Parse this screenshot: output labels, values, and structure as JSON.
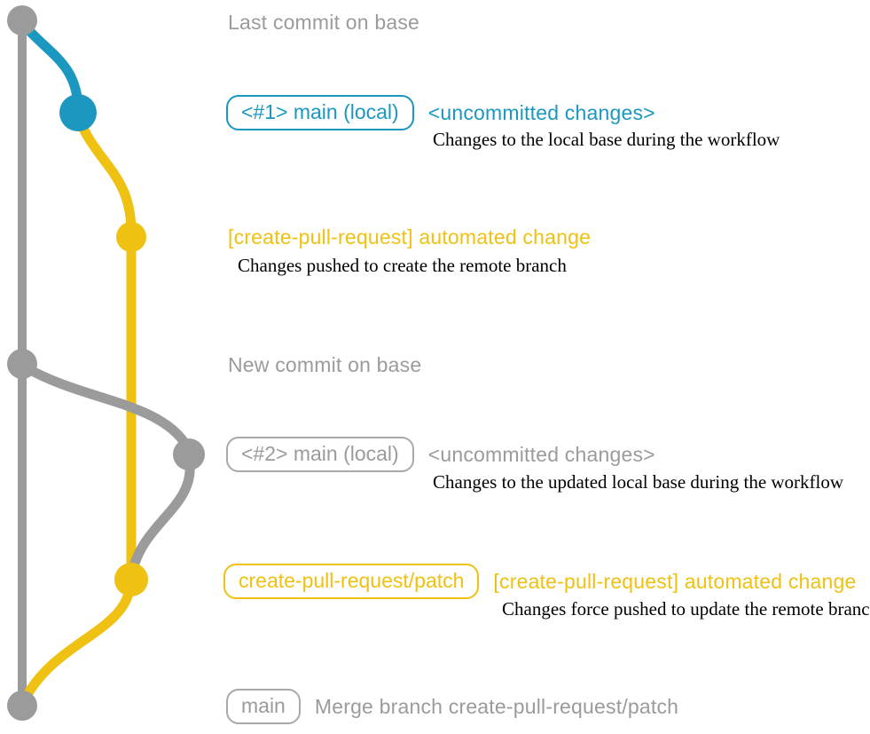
{
  "colors": {
    "gray": "#9b9b9b",
    "blue": "#1b97c0",
    "yellow": "#eec112",
    "description_text": "#000000",
    "background": "#ffffff"
  },
  "graph": {
    "branches": [
      {
        "name": "base",
        "color": "#9b9b9b"
      },
      {
        "name": "main (local)",
        "color": "#1b97c0"
      },
      {
        "name": "create-pull-request/patch",
        "color": "#eec112"
      }
    ]
  },
  "annotations": [
    {
      "title": "Last commit on base"
    },
    {
      "badge": "<#1> main (local)",
      "title": "<uncommitted changes>",
      "description": "Changes to the local base during the workflow"
    },
    {
      "title": "[create-pull-request] automated change",
      "description": "Changes pushed to create the remote branch"
    },
    {
      "title": "New commit on base"
    },
    {
      "badge": "<#2> main (local)",
      "title": "<uncommitted changes>",
      "description": "Changes to the updated local base during the workflow"
    },
    {
      "badge": "create-pull-request/patch",
      "title": "[create-pull-request] automated change",
      "description": "Changes force pushed to update the remote branch"
    },
    {
      "badge": "main",
      "title": "Merge branch create-pull-request/patch"
    }
  ]
}
